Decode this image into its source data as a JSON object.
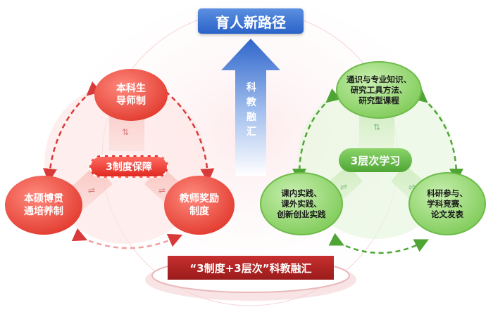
{
  "title": "育人新路径",
  "arrow_text": "科教融汇",
  "left_group": {
    "center": "3制度保障",
    "top": [
      "本科生",
      "导师制"
    ],
    "left": [
      "本硕博贯",
      "通培养制"
    ],
    "right": [
      "教师奖励",
      "制度"
    ]
  },
  "right_group": {
    "center": "3层次学习",
    "top": [
      "通识与专业知识、",
      "研究工具方法、",
      "研究型课程"
    ],
    "left": [
      "课内实践、",
      "课外实践、",
      "创新创业实践"
    ],
    "right": [
      "科研参与、",
      "学科竞赛、",
      "论文发表"
    ]
  },
  "bottom": "“3制度+3层次”科教融汇",
  "colors": {
    "title_blue": "#2a63c8",
    "red": "#e8362e",
    "green": "#5cb33e",
    "banner_red": "#b02424"
  }
}
